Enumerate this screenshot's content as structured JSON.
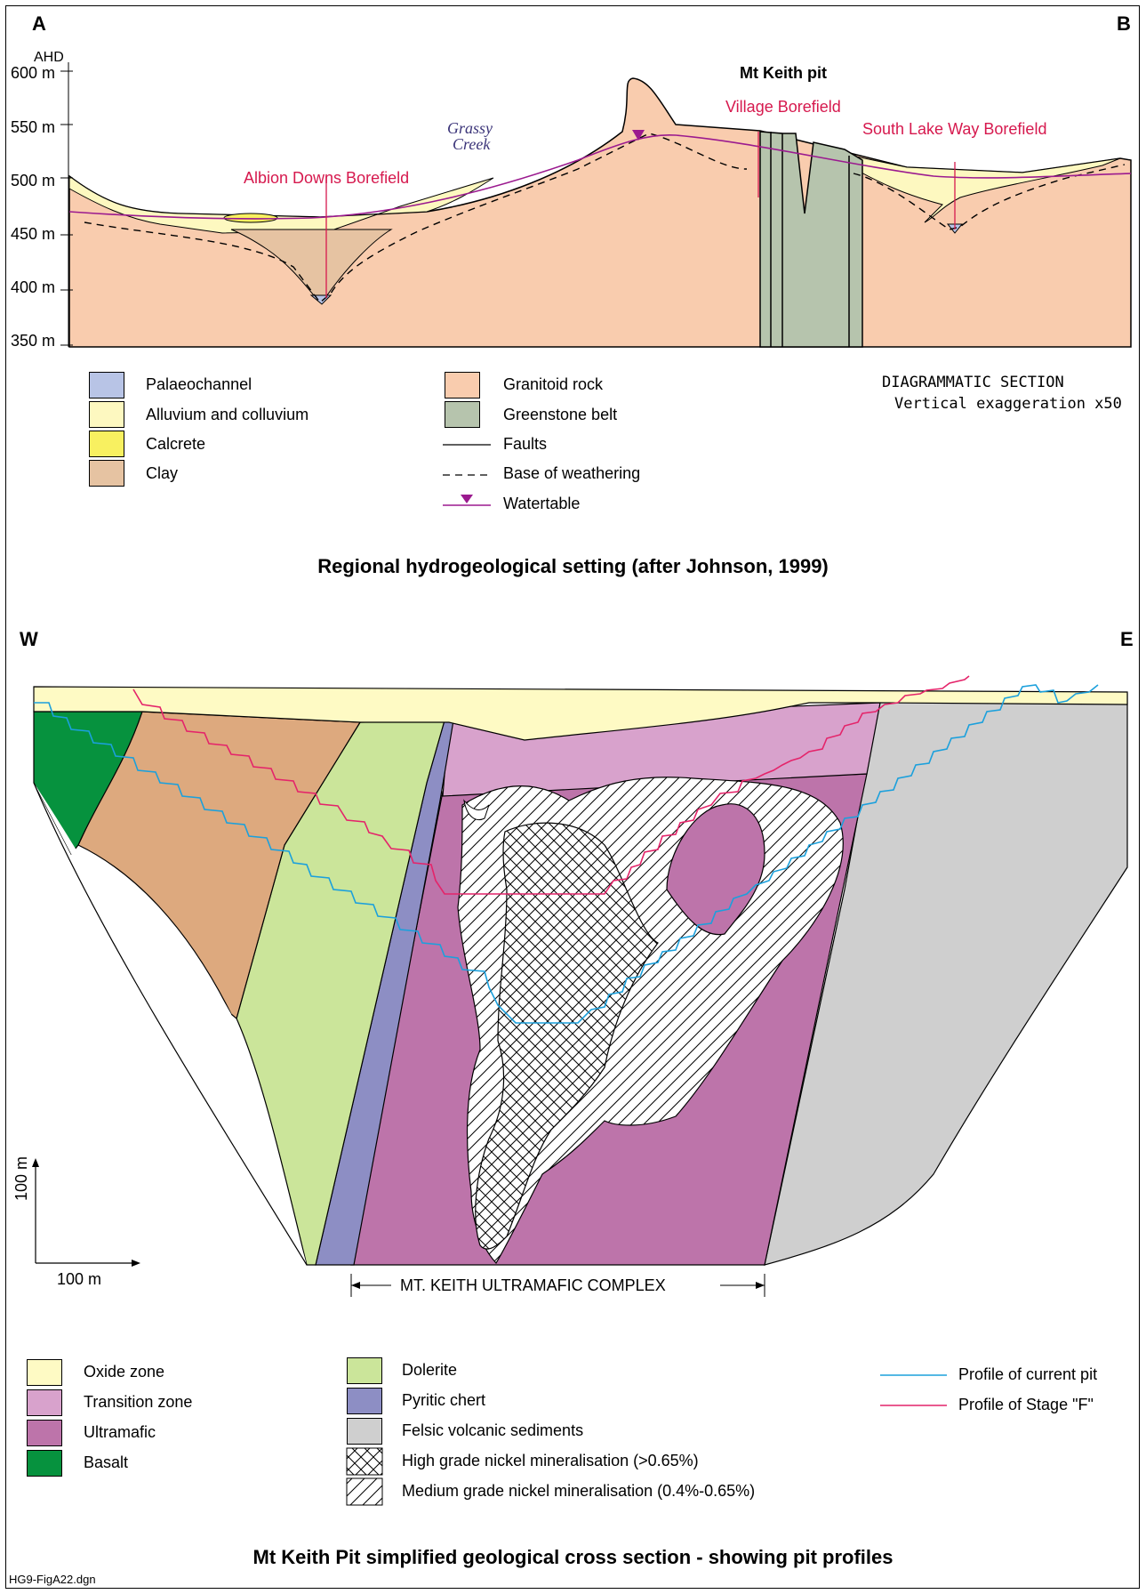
{
  "section1": {
    "corner_left": "A",
    "corner_right": "B",
    "axis_label": "AHD",
    "elevation_ticks": [
      "600 m",
      "550 m",
      "500 m",
      "450 m",
      "400 m",
      "350 m"
    ],
    "labels": {
      "mt_keith_pit": "Mt Keith pit",
      "village_borefield": "Village Borefield",
      "south_lake_way": "South Lake Way Borefield",
      "albion_downs": "Albion Downs Borefield",
      "grassy_creek_1": "Grassy",
      "grassy_creek_2": "Creek"
    },
    "legend": [
      {
        "label": "Palaeochannel",
        "color": "#b8c4e6"
      },
      {
        "label": "Alluvium and colluvium",
        "color": "#fdf8c0"
      },
      {
        "label": "Calcrete",
        "color": "#f8f060"
      },
      {
        "label": "Clay",
        "color": "#e6c3a2"
      },
      {
        "label": "Granitoid rock",
        "color": "#f9ccae"
      },
      {
        "label": "Greenstone belt",
        "color": "#b6c4ad"
      },
      {
        "label": "Faults"
      },
      {
        "label": "Base of weathering"
      },
      {
        "label": "Watertable",
        "color": "#9b1a8f"
      }
    ],
    "note_1": "DIAGRAMMATIC  SECTION",
    "note_2": "Vertical exaggeration x50",
    "title": "Regional hydrogeological setting (after Johnson, 1999)"
  },
  "section2": {
    "corner_left": "W",
    "corner_right": "E",
    "scale_vertical": "100 m",
    "scale_horizontal": "100 m",
    "complex_label": "MT. KEITH ULTRAMAFIC COMPLEX",
    "legend": [
      {
        "label": "Oxide zone",
        "color": "#fefac4"
      },
      {
        "label": "Transition zone",
        "color": "#d8a2cc"
      },
      {
        "label": "Ultramafic",
        "color": "#bd74aa"
      },
      {
        "label": "Basalt",
        "color": "#06923e"
      },
      {
        "label": "Dolerite",
        "color": "#cbe59a"
      },
      {
        "label": "Pyritic chert",
        "color": "#8d8ec4"
      },
      {
        "label": "Felsic volcanic sediments",
        "color": "#cfcfcf"
      },
      {
        "label": "High grade nickel mineralisation (>0.65%)"
      },
      {
        "label": "Medium grade nickel mineralisation (0.4%-0.65%)"
      },
      {
        "label": "Profile of current pit",
        "color": "#1ba0dc"
      },
      {
        "label": "Profile of Stage \"F\"",
        "color": "#e4246a"
      }
    ],
    "title": "Mt Keith Pit simplified geological cross section - showing pit profiles"
  },
  "file_name": "HG9-FigA22.dgn"
}
